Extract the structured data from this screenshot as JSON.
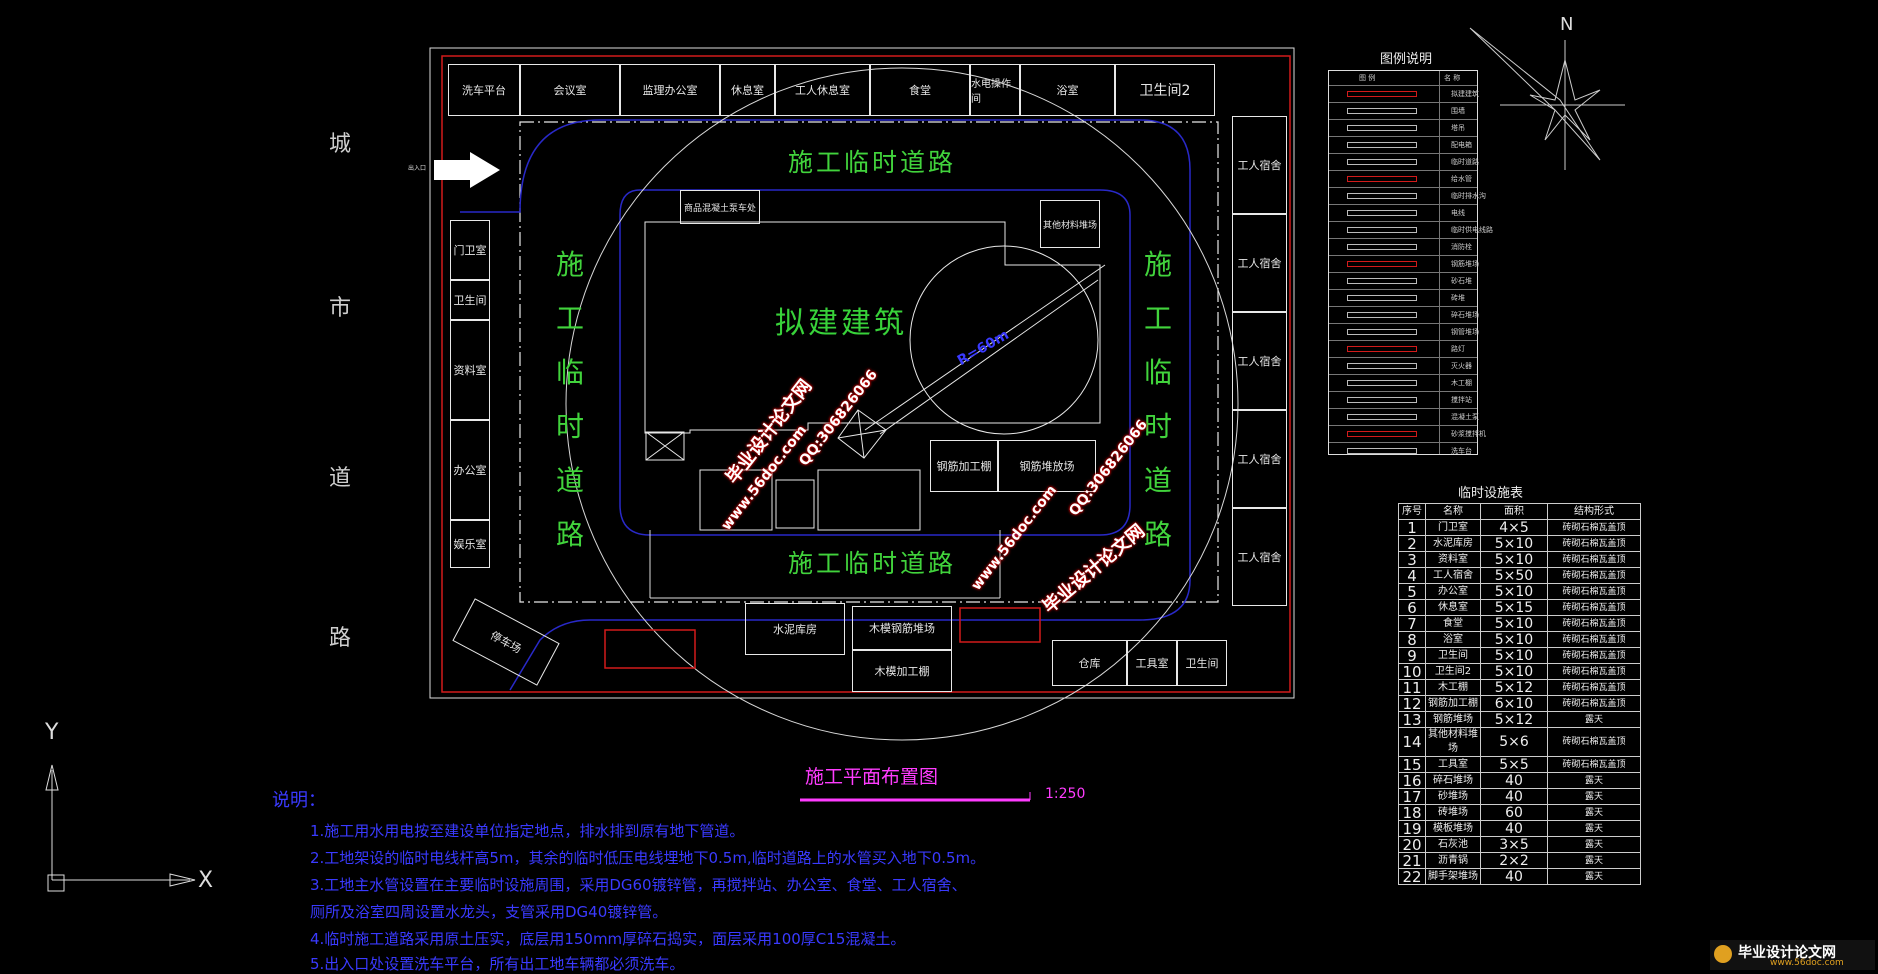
{
  "title": "施工平面布置图",
  "scale": "1:250",
  "north": "N",
  "axes": {
    "y": "Y",
    "x": "X"
  },
  "city_road": [
    "城",
    "市",
    "道",
    "路"
  ],
  "entrance": "出入口",
  "top_rooms": [
    "洗车平台",
    "会议室",
    "监理办公室",
    "休息室",
    "工人休息室",
    "食堂",
    "水电操作间",
    "浴室",
    "卫生间2"
  ],
  "left_rooms": [
    "门卫室",
    "卫生间",
    "资料室",
    "办公室",
    "娱乐室"
  ],
  "right_rooms": [
    "工人宿舍",
    "工人宿舍",
    "工人宿舍",
    "工人宿舍",
    "工人宿舍"
  ],
  "bottom_rooms": [
    "水泥库房",
    "木模钢筋堆场",
    "木模加工棚",
    "仓库",
    "工具室",
    "卫生间"
  ],
  "misc_rooms": {
    "concrete_pump": "商品混凝土泵车处",
    "material": "其他材料堆场",
    "rebar_work": "钢筋加工棚",
    "rebar_yard": "钢筋堆放场",
    "car_shed": "停车场"
  },
  "roads": {
    "top": "施工临时道路",
    "bottom": "施工临时道路",
    "left": "施工临时道路",
    "right": "施工临时道路"
  },
  "building": "拟建建筑",
  "radius_label": "R=60m",
  "legend": {
    "title": "图例说明",
    "headers": [
      "图 例",
      "名 称"
    ],
    "items": [
      "拟建建筑",
      "围墙",
      "塔吊",
      "配电箱",
      "临时道路",
      "给水管",
      "临时排水沟",
      "电线",
      "临时供电线路",
      "消防栓",
      "钢筋堆场",
      "砂石堆",
      "砖堆",
      "碎石堆场",
      "钢管堆场",
      "路灯",
      "灭火器",
      "木工棚",
      "搅拌站",
      "混凝土泵",
      "砂浆搅拌机",
      "洗车台"
    ]
  },
  "table": {
    "title": "临时设施表",
    "headers": [
      "序号",
      "名称",
      "面积",
      "结构形式"
    ],
    "rows": [
      [
        "1",
        "门卫室",
        "4×5",
        "砖砌石棉瓦盖顶"
      ],
      [
        "2",
        "水泥库房",
        "5×10",
        "砖砌石棉瓦盖顶"
      ],
      [
        "3",
        "资料室",
        "5×10",
        "砖砌石棉瓦盖顶"
      ],
      [
        "4",
        "工人宿舍",
        "5×50",
        "砖砌石棉瓦盖顶"
      ],
      [
        "5",
        "办公室",
        "5×10",
        "砖砌石棉瓦盖顶"
      ],
      [
        "6",
        "休息室",
        "5×15",
        "砖砌石棉瓦盖顶"
      ],
      [
        "7",
        "食堂",
        "5×10",
        "砖砌石棉瓦盖顶"
      ],
      [
        "8",
        "浴室",
        "5×10",
        "砖砌石棉瓦盖顶"
      ],
      [
        "9",
        "卫生间",
        "5×10",
        "砖砌石棉瓦盖顶"
      ],
      [
        "10",
        "卫生间2",
        "5×10",
        "砖砌石棉瓦盖顶"
      ],
      [
        "11",
        "木工棚",
        "5×12",
        "砖砌石棉瓦盖顶"
      ],
      [
        "12",
        "钢筋加工棚",
        "6×10",
        "砖砌石棉瓦盖顶"
      ],
      [
        "13",
        "钢筋堆场",
        "5×12",
        "露天"
      ],
      [
        "14",
        "其他材料堆场",
        "5×6",
        "砖砌石棉瓦盖顶"
      ],
      [
        "15",
        "工具室",
        "5×5",
        "砖砌石棉瓦盖顶"
      ],
      [
        "16",
        "碎石堆场",
        "40",
        "露天"
      ],
      [
        "17",
        "砂堆场",
        "40",
        "露天"
      ],
      [
        "18",
        "砖堆场",
        "60",
        "露天"
      ],
      [
        "19",
        "模板堆场",
        "40",
        "露天"
      ],
      [
        "20",
        "石灰池",
        "3×5",
        "露天"
      ],
      [
        "21",
        "沥青锅",
        "2×2",
        "露天"
      ],
      [
        "22",
        "脚手架堆场",
        "40",
        "露天"
      ]
    ]
  },
  "notes": {
    "label": "说明：",
    "lines": [
      "1.施工用水用电按至建设单位指定地点，排水排到原有地下管道。",
      "2.工地架设的临时电线杆高5m，其余的临时低压电线埋地下0.5m,临时道路上的水管买入地下0.5m。",
      "3.工地主水管设置在主要临时设施周围，采用DG60镀锌管，再搅拌站、办公室、食堂、工人宿舍、",
      "厕所及浴室四周设置水龙头，支管采用DG40镀锌管。",
      "4.临时施工道路采用原土压实，底层用150mm厚碎石捣实，面层采用100厚C15混凝土。",
      "5.出入口处设置洗车平台，所有出工地车辆都必须洗车。"
    ]
  },
  "watermarks": {
    "brand": "毕业设计论文网",
    "site": "www.56doc.com",
    "qq": "QQ:306826066",
    "footer": "毕业设计论文网",
    "footer_site": "www.56doc.com"
  },
  "colors": {
    "background": "#000000",
    "road_text": "#41d33c",
    "note_text": "#3a3aff",
    "fence": "#d21a1a",
    "title": "#ff3cff"
  }
}
